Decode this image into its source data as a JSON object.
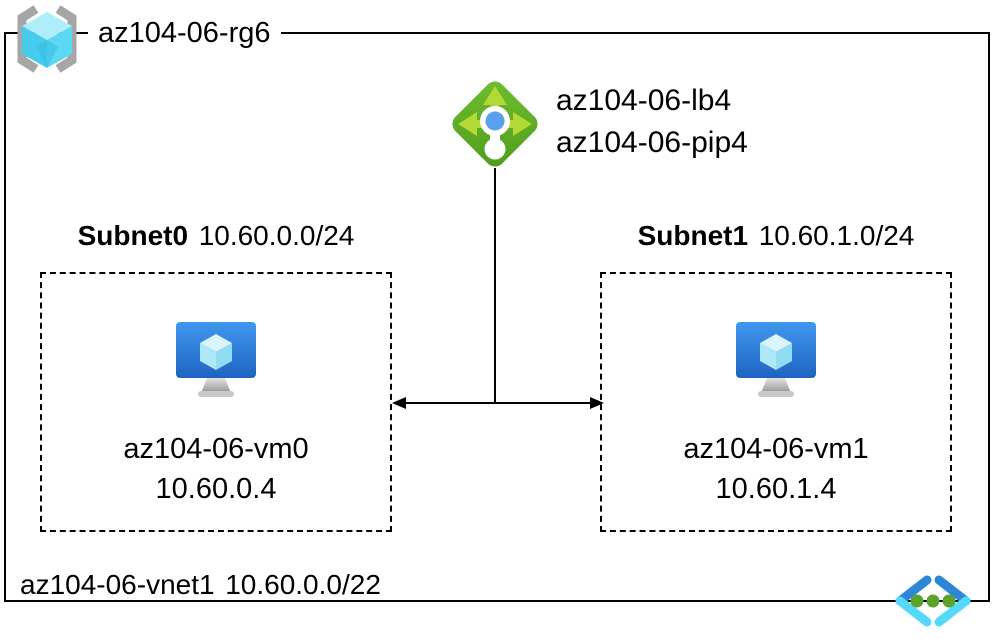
{
  "resource_group": {
    "name": "az104-06-rg6"
  },
  "load_balancer": {
    "name": "az104-06-lb4",
    "public_ip": "az104-06-pip4"
  },
  "subnets": [
    {
      "name": "Subnet0",
      "cidr": "10.60.0.0/24",
      "vm": {
        "name": "az104-06-vm0",
        "ip": "10.60.0.4"
      }
    },
    {
      "name": "Subnet1",
      "cidr": "10.60.1.0/24",
      "vm": {
        "name": "az104-06-vm1",
        "ip": "10.60.1.4"
      }
    }
  ],
  "vnet": {
    "name": "az104-06-vnet1",
    "cidr": "10.60.0.0/22"
  },
  "icons": {
    "resource_group": "resource-group-icon",
    "load_balancer": "load-balancer-icon",
    "virtual_machine": "virtual-machine-icon",
    "virtual_network": "virtual-network-icon"
  },
  "colors": {
    "line_black": "#000000",
    "rg_bracket_gray": "#a6a6a6",
    "rg_cube_top": "#aeeefa",
    "rg_cube_left": "#47cbed",
    "rg_cube_right": "#5cd8f2",
    "lb_diamond_green_light": "#6fbe2e",
    "lb_diamond_green_dark": "#4f9c1d",
    "lb_arrow_green": "#b2d936",
    "lb_dot_blue": "#5b9ff1",
    "vm_screen_blue_top": "#4098ef",
    "vm_screen_blue_bottom": "#1f63c2",
    "vm_cube_cyan": "#bfeefb",
    "vm_stand_gray": "#b4b4b4",
    "vnet_chevron_dark_blue": "#2e87d6",
    "vnet_chevron_light_cyan": "#53d9f9",
    "vnet_dot_green": "#5aa42d"
  }
}
